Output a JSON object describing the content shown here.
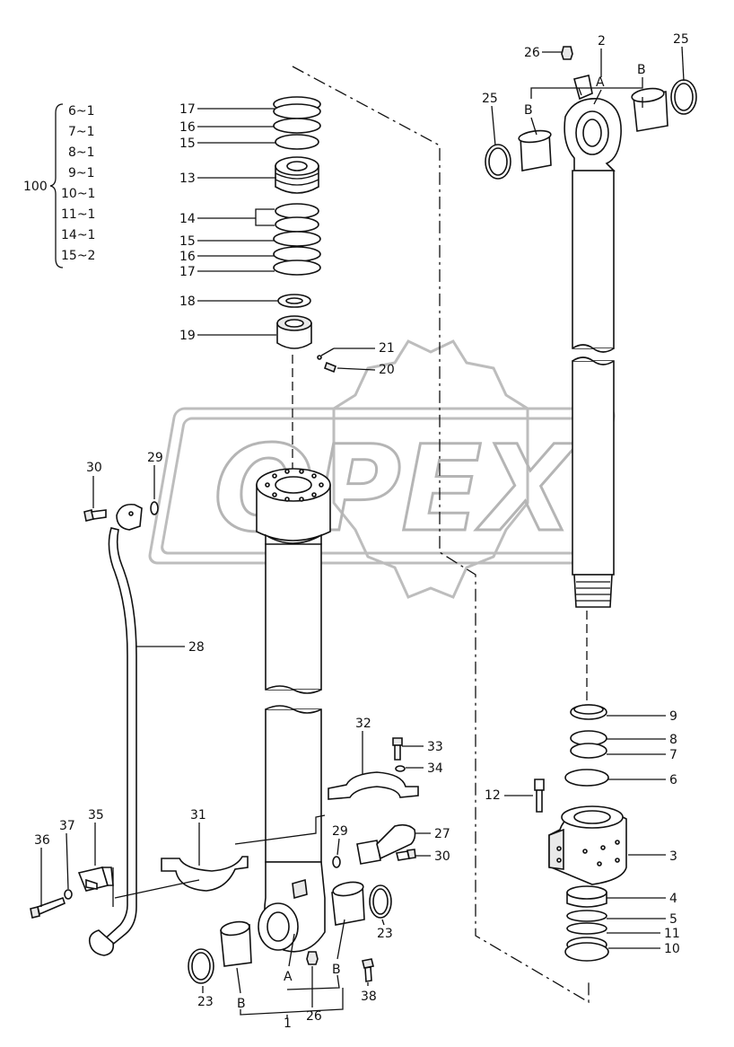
{
  "watermark": {
    "text": "OPEX"
  },
  "kit": {
    "label": "100",
    "items": [
      "6~1",
      "7~1",
      "8~1",
      "9~1",
      "10~1",
      "11~1",
      "14~1",
      "15~2"
    ]
  },
  "rod_labels": {
    "l17a": "17",
    "l16a": "16",
    "l15a": "15",
    "l13": "13",
    "l14": "14",
    "l15b": "15",
    "l16b": "16",
    "l17b": "17",
    "l18": "18",
    "l19": "19",
    "l21": "21",
    "l20": "20"
  },
  "eye_labels": {
    "l26top": "26",
    "l2": "2",
    "lA_top": "A",
    "lB_left_top": "B",
    "lB_right_top": "B",
    "l25_left": "25",
    "l25_right": "25"
  },
  "head_labels": {
    "l9": "9",
    "l8": "8",
    "l7": "7",
    "l6": "6",
    "l12": "12",
    "l3": "3",
    "l4": "4",
    "l5": "5",
    "l11": "11",
    "l10": "10"
  },
  "tube_labels": {
    "l30_left": "30",
    "l29_left": "29",
    "l28": "28",
    "l32": "32",
    "l33": "33",
    "l34": "34",
    "l31": "31",
    "l29_mid": "29",
    "l27": "27",
    "l30_mid": "30",
    "l36": "36",
    "l37": "37",
    "l35": "35",
    "l23_right": "23",
    "l23_left": "23",
    "lB_lower_left": "B",
    "lA_bottom": "A",
    "lB_lower_right": "B",
    "l26_bottom": "26",
    "l38": "38",
    "l1": "1"
  }
}
